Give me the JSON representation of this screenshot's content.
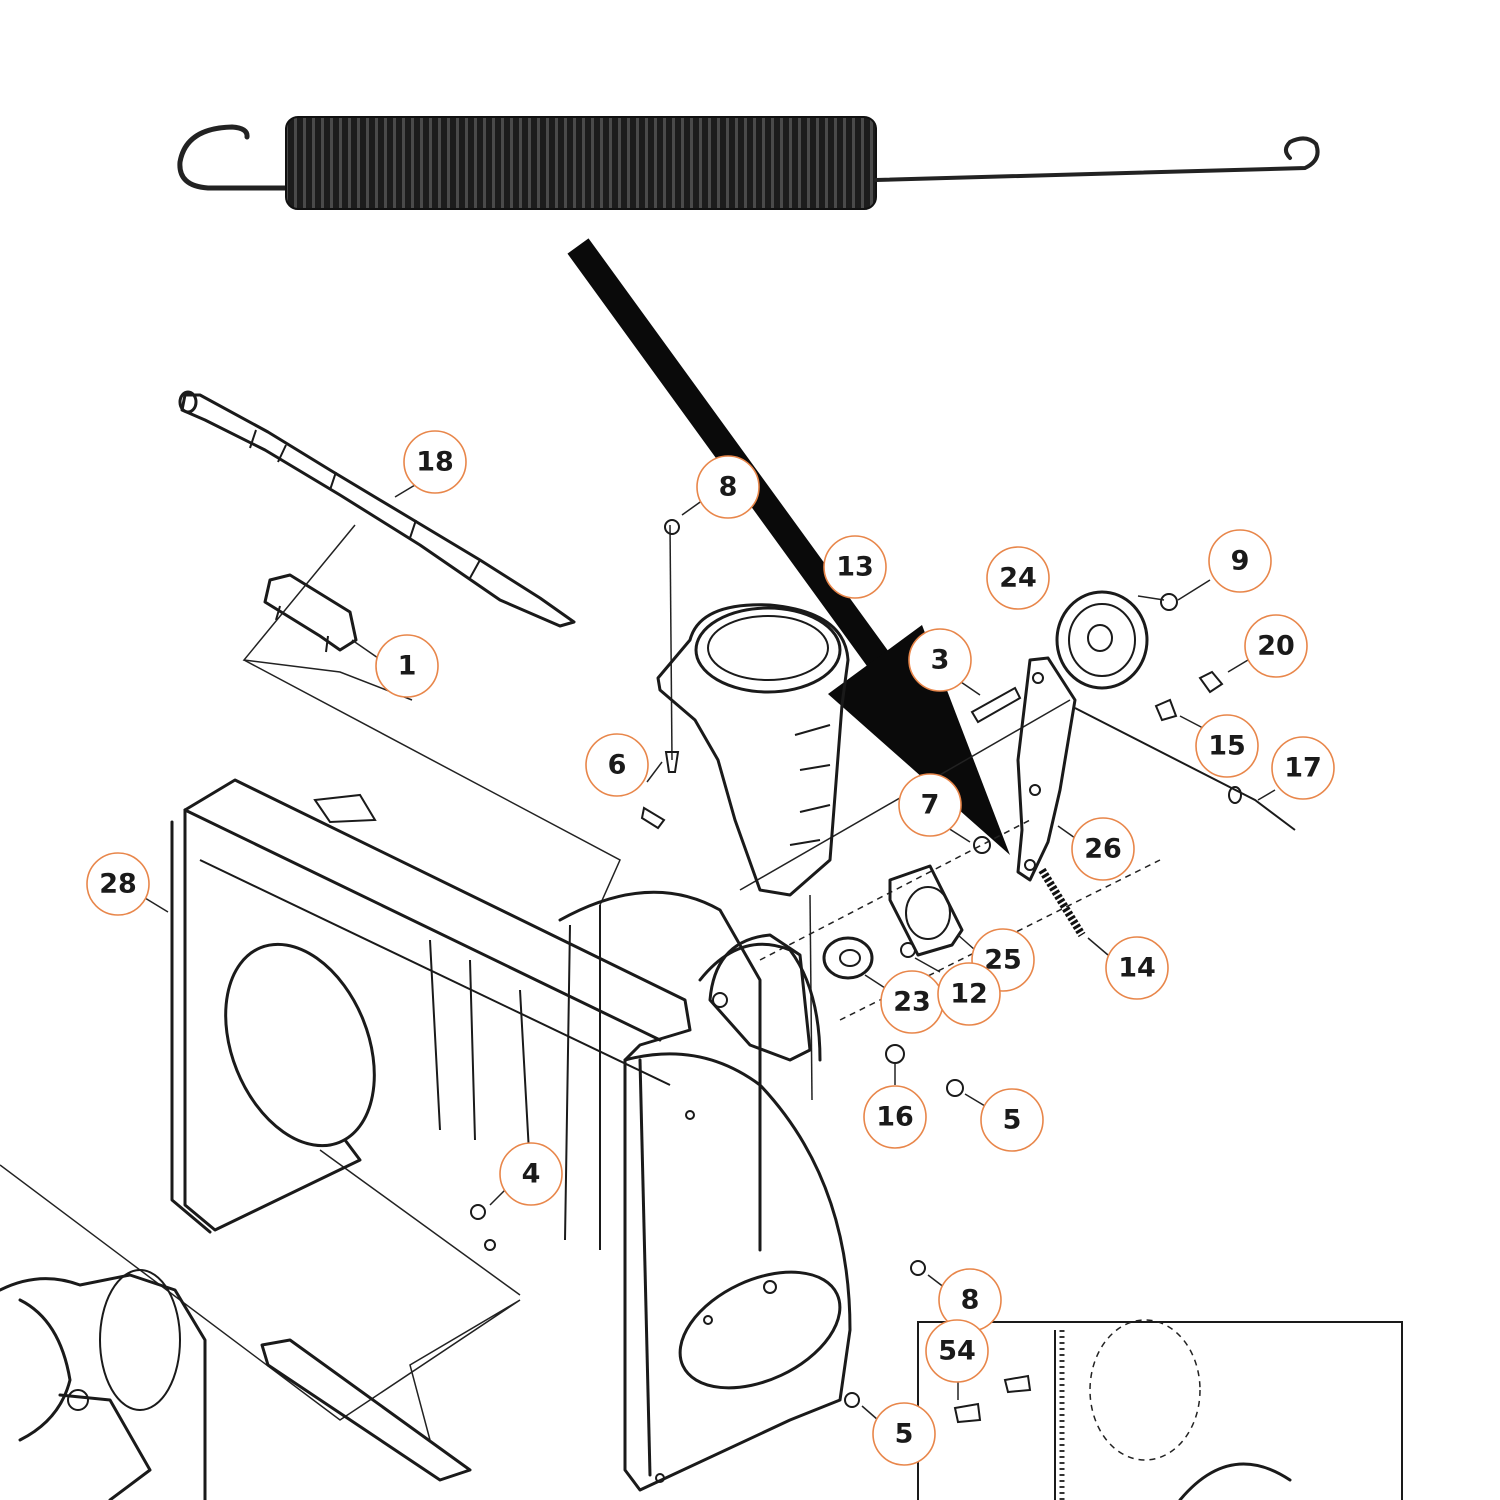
{
  "theme": {
    "callout_ring_color": "#e8864a",
    "line_color": "#1a1a1a"
  },
  "callouts": [
    {
      "id": "c18",
      "label": "18"
    },
    {
      "id": "c1",
      "label": "1"
    },
    {
      "id": "c8a",
      "label": "8"
    },
    {
      "id": "c13",
      "label": "13"
    },
    {
      "id": "c24",
      "label": "24"
    },
    {
      "id": "c9",
      "label": "9"
    },
    {
      "id": "c3",
      "label": "3"
    },
    {
      "id": "c20",
      "label": "20"
    },
    {
      "id": "c15",
      "label": "15"
    },
    {
      "id": "c17",
      "label": "17"
    },
    {
      "id": "c6",
      "label": "6"
    },
    {
      "id": "c7",
      "label": "7"
    },
    {
      "id": "c26",
      "label": "26"
    },
    {
      "id": "c28",
      "label": "28"
    },
    {
      "id": "c25",
      "label": "25"
    },
    {
      "id": "c14",
      "label": "14"
    },
    {
      "id": "c23",
      "label": "23"
    },
    {
      "id": "c12",
      "label": "12"
    },
    {
      "id": "c16",
      "label": "16"
    },
    {
      "id": "c5a",
      "label": "5"
    },
    {
      "id": "c4",
      "label": "4"
    },
    {
      "id": "c8b",
      "label": "8"
    },
    {
      "id": "c54",
      "label": "54"
    },
    {
      "id": "c5b",
      "label": "5"
    }
  ]
}
